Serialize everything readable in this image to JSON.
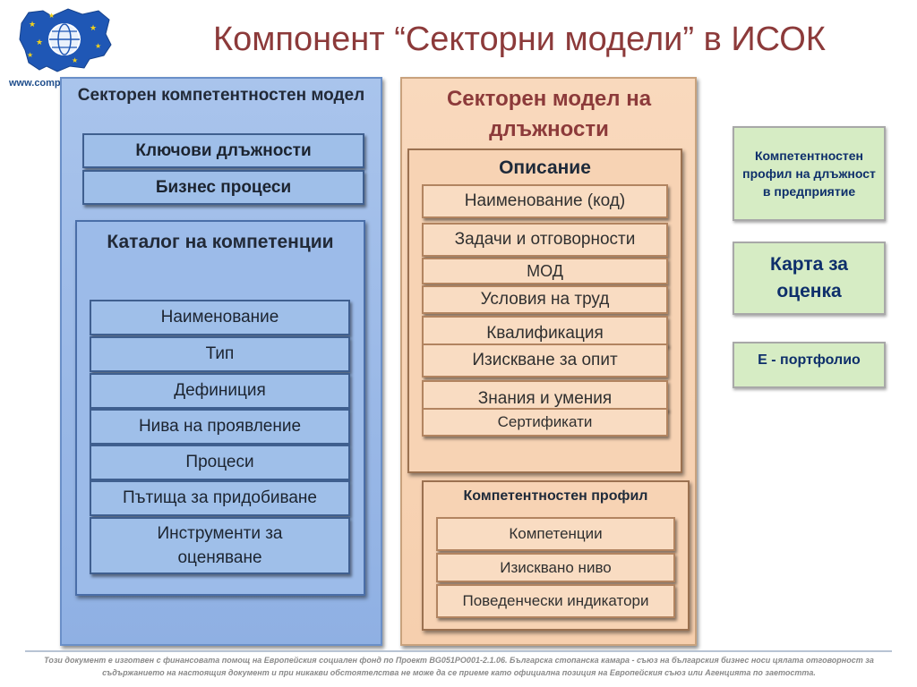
{
  "header": {
    "title": "Компонент “Секторни модели” в ИСОК",
    "website": "www.comp"
  },
  "colors": {
    "title": "#8c3a3a",
    "blue_panel": "#9cbbe9",
    "peach_panel": "#f7d3b4",
    "green_box": "#d6ecc4"
  },
  "left_panel": {
    "heading": "Секторен компетентностен модел",
    "top_items": [
      "Ключови длъжности",
      "Бизнес процеси"
    ],
    "catalog": {
      "heading": "Каталог на компетенции",
      "items": [
        "Наименование",
        "Тип",
        "Дефиниция",
        "Нива на проявление",
        "Процеси",
        "Пътища за придобиване",
        "Инструменти за оценяване"
      ]
    }
  },
  "middle_panel": {
    "heading": "Секторен модел на длъжности",
    "description": {
      "heading": "Описание",
      "items": [
        "Наименование (код)",
        "Задачи и отговорности",
        "МОД",
        "Условия на труд",
        "Квалификация",
        "Изискване за опит",
        "Знания и умения",
        "Сертификати"
      ]
    },
    "profile": {
      "heading": "Компетентностен профил",
      "items": [
        "Компетенции",
        "Изисквано ниво",
        "Поведенчески индикатори"
      ]
    }
  },
  "right_boxes": [
    "Компетентностен профил на длъжност в предприятие",
    "Карта за оценка",
    "Е - портфолио"
  ],
  "footer": {
    "text": "Този документ е изготвен с финансовата помощ на Европейския социален фонд по Проект BG051PO001-2.1.06. Българска стопанска камара - съюз на българския бизнес носи цялата отговорност за съдържанието на настоящия документ и при никакви обстоятелства не може да се приеме като официална позиция на Европейския съюз или Агенцията по заетостта."
  }
}
